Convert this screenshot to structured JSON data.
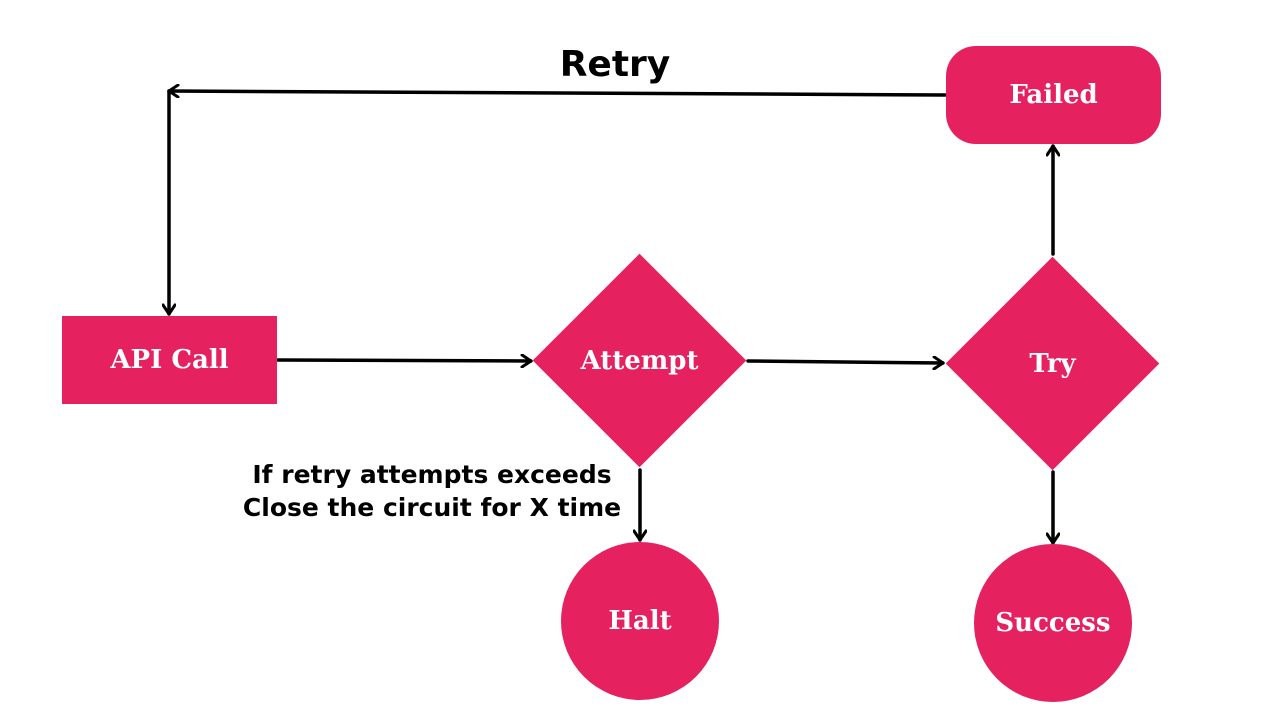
{
  "colors": {
    "node_fill": "#e5215f",
    "node_text": "#ffffff",
    "edge": "#000000"
  },
  "nodes": {
    "api_call": {
      "label": "API Call",
      "shape": "rectangle"
    },
    "attempt": {
      "label": "Attempt",
      "shape": "diamond"
    },
    "try": {
      "label": "Try",
      "shape": "diamond"
    },
    "failed": {
      "label": "Failed",
      "shape": "rounded-rectangle"
    },
    "halt": {
      "label": "Halt",
      "shape": "circle"
    },
    "success": {
      "label": "Success",
      "shape": "circle"
    }
  },
  "edges": [
    {
      "from": "api_call",
      "to": "attempt"
    },
    {
      "from": "attempt",
      "to": "try"
    },
    {
      "from": "try",
      "to": "failed"
    },
    {
      "from": "try",
      "to": "success"
    },
    {
      "from": "attempt",
      "to": "halt"
    },
    {
      "from": "failed",
      "to": "api_call"
    }
  ],
  "labels": {
    "retry": "Retry",
    "halt_condition_line1": "If retry attempts exceeds",
    "halt_condition_line2": "Close the circuit for X time"
  }
}
